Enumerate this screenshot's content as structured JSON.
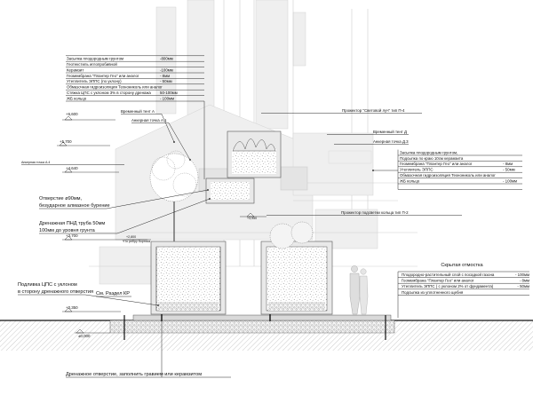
{
  "layer_stack_roof": {
    "rows": [
      {
        "name": "Засыпка плодородным грунтом",
        "value": "-800мм"
      },
      {
        "name": "Геотекстиль иглопробивной",
        "value": ""
      },
      {
        "name": "Керамзит",
        "value": "-100мм"
      },
      {
        "name": "Геомембрана \"Плантер Гео\" или аналог",
        "value": "- 8мм"
      },
      {
        "name": "Утеплитель ЭППС (по уклону)",
        "value": "- 50мм"
      },
      {
        "name": "Обмазочная гидроизоляция Технониколь или аналог",
        "value": ""
      },
      {
        "name": "Стяжка ЦПС с уклоном 3% в сторону дренажа",
        "value": "50-100мм"
      },
      {
        "name": "ЖБ кольцо",
        "value": "- 100мм"
      }
    ]
  },
  "layer_stack_right": {
    "rows": [
      {
        "name": "Засыпка плодородным грунтом,",
        "value": ""
      },
      {
        "name": "Подсыпка по краю 10см керамзита",
        "value": ""
      },
      {
        "name": "Геомембрана \"Плантер Гео\" или аналог",
        "value": "- 8мм"
      },
      {
        "name": "Утеплитель ЭППС",
        "value": "- 50мм"
      },
      {
        "name": "Обмазочная гидроизоляция Технониколь или аналог",
        "value": ""
      },
      {
        "name": "ЖБ кольцо",
        "value": "- 100мм"
      }
    ]
  },
  "hidden_blind_area": {
    "title": "Скрытая отмостка",
    "rows": [
      {
        "name": "Плодородно-растительный слой с посадкой газона",
        "value": "- 100мм"
      },
      {
        "name": "Геомембрана \"Плантер Гео\" или аналог",
        "value": "- 8мм"
      },
      {
        "name": "Утеплитель ЭППС ( с уклоном 2% от фундамента)",
        "value": "- 50мм"
      },
      {
        "name": "Подсыпка из уплотненного щебня",
        "value": ""
      }
    ]
  },
  "callouts": {
    "temp_tent_a": "Временный тент А",
    "anchor_point_a1": "Анкерная точка А.1",
    "anchor_point_a4": "Анкерная точка А.4",
    "light_projector": "Прожектор \"Световой луч\" тип П-4",
    "temp_tent_d": "Временный тент Д",
    "anchor_point_d3": "Анкерная точка Д.3",
    "ring_light_projector": "Прожектор подсветки кольца тип П-2",
    "hole_line1": "Отверстие ø90мм,",
    "hole_line2": "безударное алмазное бурение",
    "drain_pipe_line1": "Дренажная ПНД труба 50мм",
    "drain_pipe_line2": "100мм до уровня грунта",
    "slope_line1": "Подливка ЦПС с уклоном",
    "slope_line2": "в сторону дренажного отверстия",
    "see_section": "См. Раздел КР",
    "drain_hole": "Дренажное отверстие, заполнить гравием или керамзитом",
    "small_note": "*По ребру бортика"
  },
  "levels": {
    "l1": "+6,600",
    "l2": "+5,700",
    "l3": "+4,640",
    "l4": "+3,700",
    "l5": "+2,800",
    "l6": "+3,950",
    "l7": "+0,350",
    "l8": "±0,000"
  }
}
